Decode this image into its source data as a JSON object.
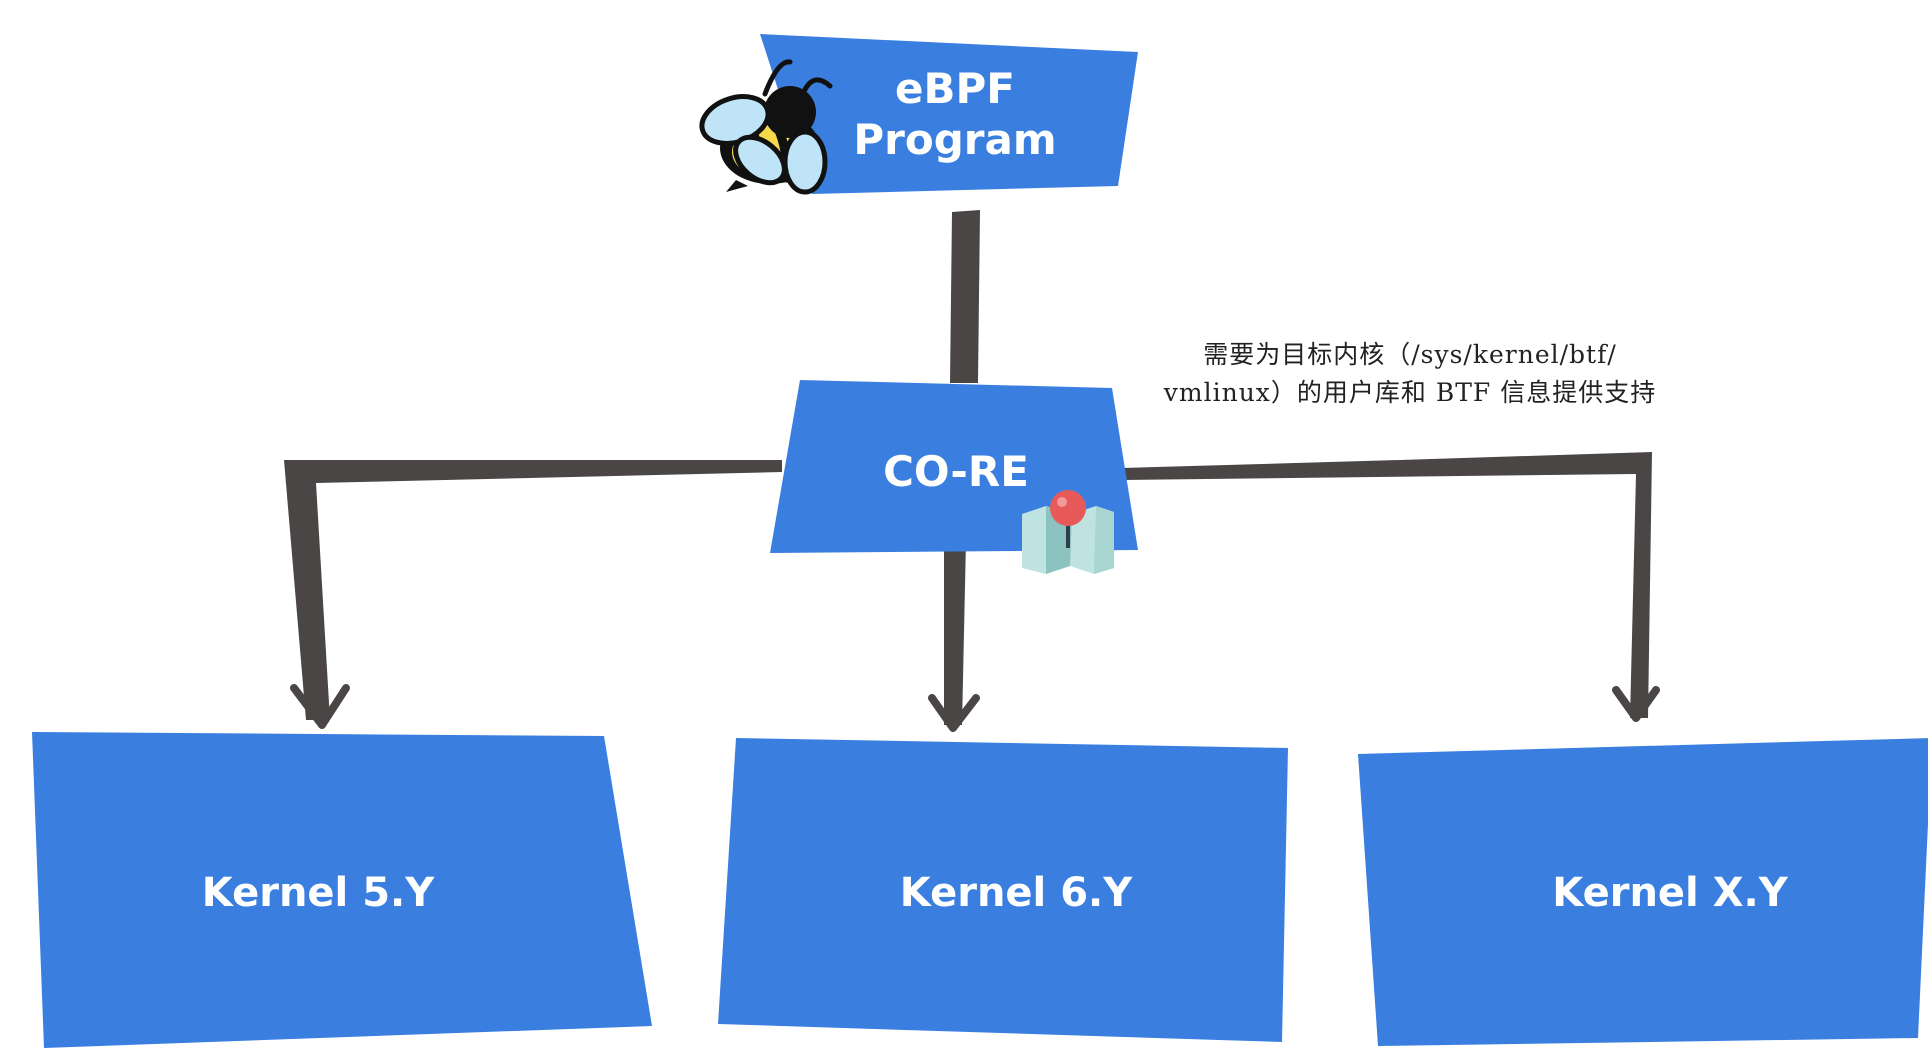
{
  "nodes": {
    "ebpf_program": {
      "line1": "eBPF",
      "line2": "Program"
    },
    "core": {
      "label": "CO-RE"
    },
    "kernels": [
      {
        "label": "Kernel 5.Y"
      },
      {
        "label": "Kernel 6.Y"
      },
      {
        "label": "Kernel X.Y"
      }
    ]
  },
  "annotation": {
    "line1": "需要为目标内核（/sys/kernel/btf/",
    "line2": "vmlinux）的用户库和 BTF 信息提供支持"
  },
  "icons": {
    "program_icon": "bee-icon",
    "core_icon": "map-pin-icon"
  },
  "colors": {
    "node_fill": "#3a7fe0",
    "connector": "#4a4646",
    "label": "#ffffff"
  }
}
